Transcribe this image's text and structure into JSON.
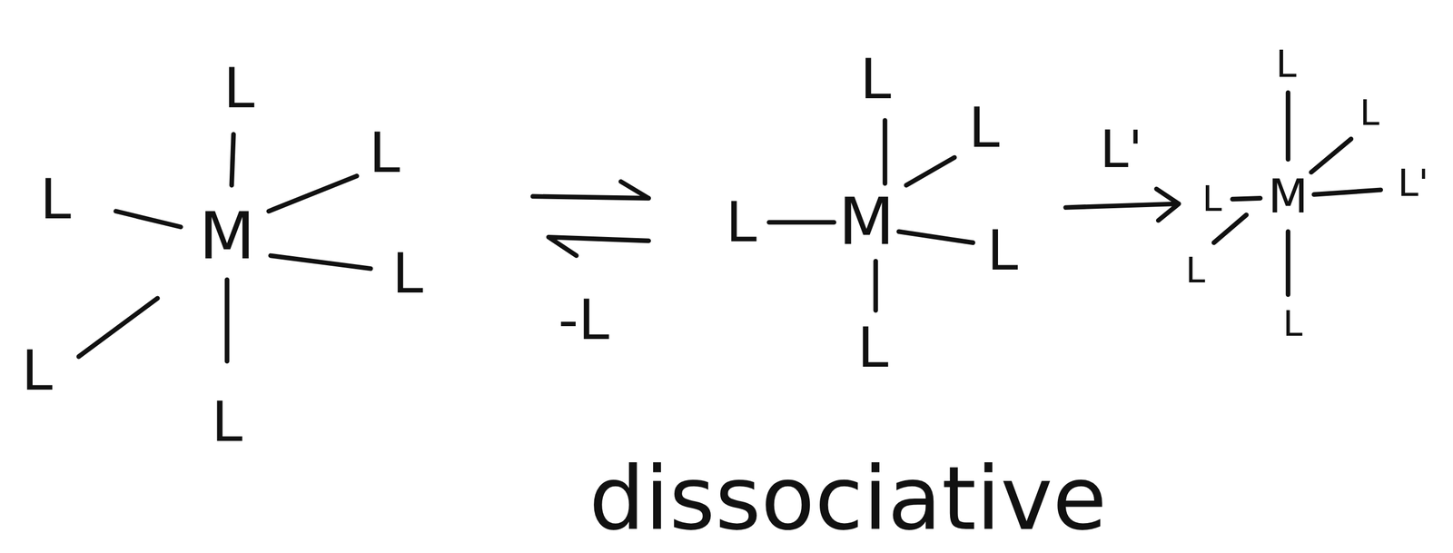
{
  "diagram": {
    "labels": [
      "L",
      "L",
      "M",
      "L",
      "L",
      "L",
      "L",
      "-L",
      "L",
      "L",
      "L",
      "M",
      "L",
      "L",
      "L'",
      "L",
      "L",
      "L",
      "M",
      "L'",
      "L",
      "L",
      "dissociative"
    ]
  }
}
